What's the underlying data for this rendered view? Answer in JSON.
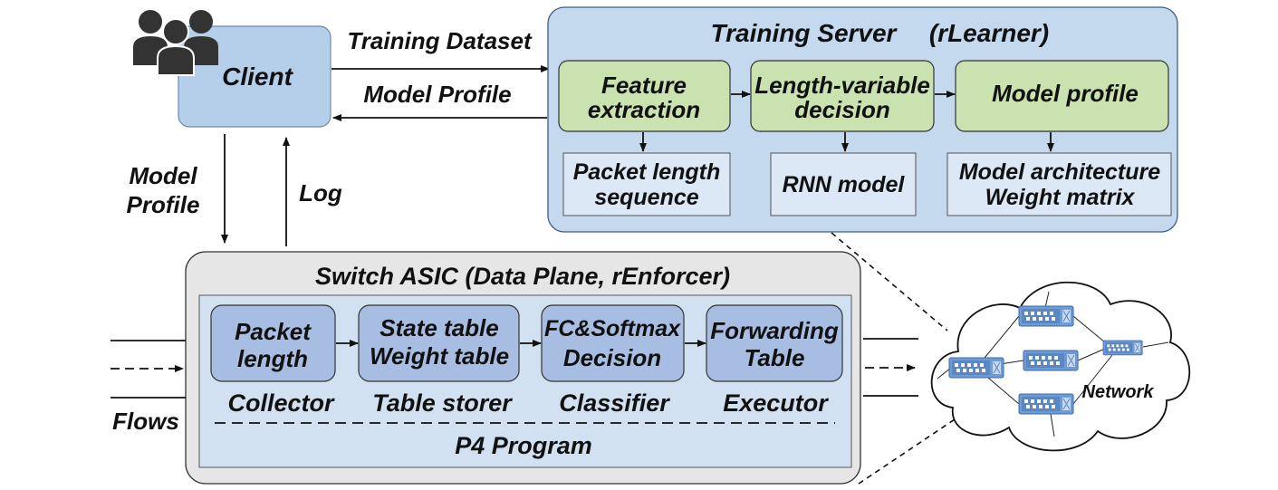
{
  "client": {
    "label": "Client"
  },
  "arrows": {
    "training_dataset": "Training Dataset",
    "model_profile_top": "Model Profile",
    "model_profile_left_line1": "Model",
    "model_profile_left_line2": "Profile",
    "log": "Log",
    "flows": "Flows"
  },
  "training_server": {
    "title": "Training Server",
    "subtitle": "(rLearner)",
    "stages": [
      {
        "label_line1": "Feature",
        "label_line2": "extraction"
      },
      {
        "label_line1": "Length-variable",
        "label_line2": "decision"
      },
      {
        "label_line1": "Model profile",
        "label_line2": ""
      }
    ],
    "outputs": [
      {
        "label_line1": "Packet length",
        "label_line2": "sequence"
      },
      {
        "label_line1": "RNN model",
        "label_line2": ""
      },
      {
        "label_line1": "Model architecture",
        "label_line2": "Weight matrix"
      }
    ]
  },
  "switch_asic": {
    "title": "Switch ASIC (Data Plane, rEnforcer)",
    "modules": [
      {
        "line1": "Packet",
        "line2": "length",
        "role": "Collector"
      },
      {
        "line1": "State table",
        "line2": "Weight table",
        "role": "Table storer"
      },
      {
        "line1": "FC&Softmax",
        "line2": "Decision",
        "role": "Classifier"
      },
      {
        "line1": "Forwarding",
        "line2": "Table",
        "role": "Executor"
      }
    ],
    "program_label": "P4 Program"
  },
  "network": {
    "label": "Network"
  },
  "colors": {
    "blue_panel": "#c5d9ee",
    "client_box": "#b5cfea",
    "green_stage": "#c9e2b0",
    "output_box": "#dce8f5",
    "asic_outer": "#e6e6e6",
    "asic_inner": "#d2e1f1",
    "module_box": "#a8bde2",
    "switch_device": "#6f9bd4"
  }
}
